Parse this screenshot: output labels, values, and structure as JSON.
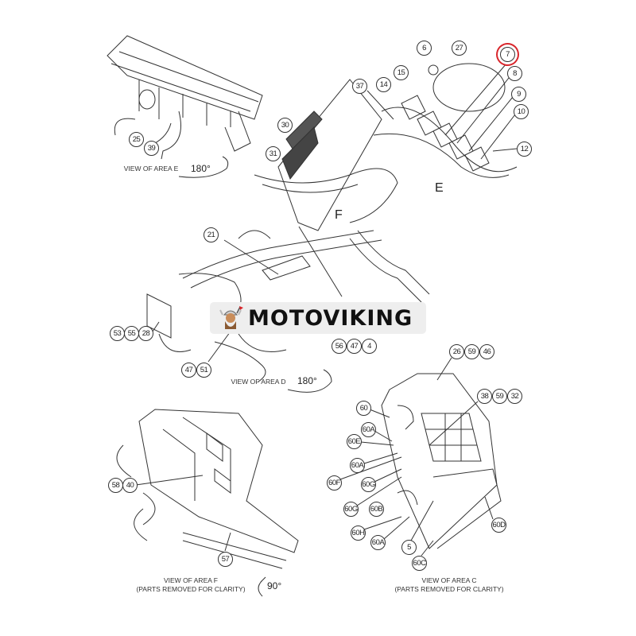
{
  "callouts": {
    "top": [
      "6",
      "27",
      "7",
      "8",
      "9",
      "10",
      "12",
      "15",
      "14",
      "37",
      "30",
      "31",
      "21"
    ],
    "view_e": [
      "25",
      "39"
    ],
    "mid": [
      "53",
      "55",
      "28",
      "47",
      "51",
      "56",
      "47",
      "4"
    ],
    "view_c": [
      "26",
      "59",
      "46",
      "38",
      "59",
      "32",
      "60",
      "60A",
      "60E",
      "60A",
      "60F",
      "60G",
      "60G",
      "60B",
      "60H",
      "60A",
      "5",
      "60C",
      "60D"
    ],
    "view_f": [
      "58",
      "40",
      "57"
    ]
  },
  "highlighted_callout": "7",
  "highlight_color": "#d9262c",
  "area_letters": {
    "e": "E",
    "f": "F"
  },
  "captions": {
    "view_e": "VIEW OF AREA E",
    "view_e_rotation": "180°",
    "view_d": "VIEW OF AREA D",
    "view_d_rotation": "180°",
    "view_f": "VIEW OF AREA F",
    "view_f_note": "(PARTS REMOVED FOR CLARITY)",
    "view_f_rotation": "90°",
    "view_c": "VIEW OF AREA C",
    "view_c_note": "(PARTS REMOVED FOR CLARITY)"
  },
  "watermark": {
    "text": "MOTOVIKING"
  }
}
